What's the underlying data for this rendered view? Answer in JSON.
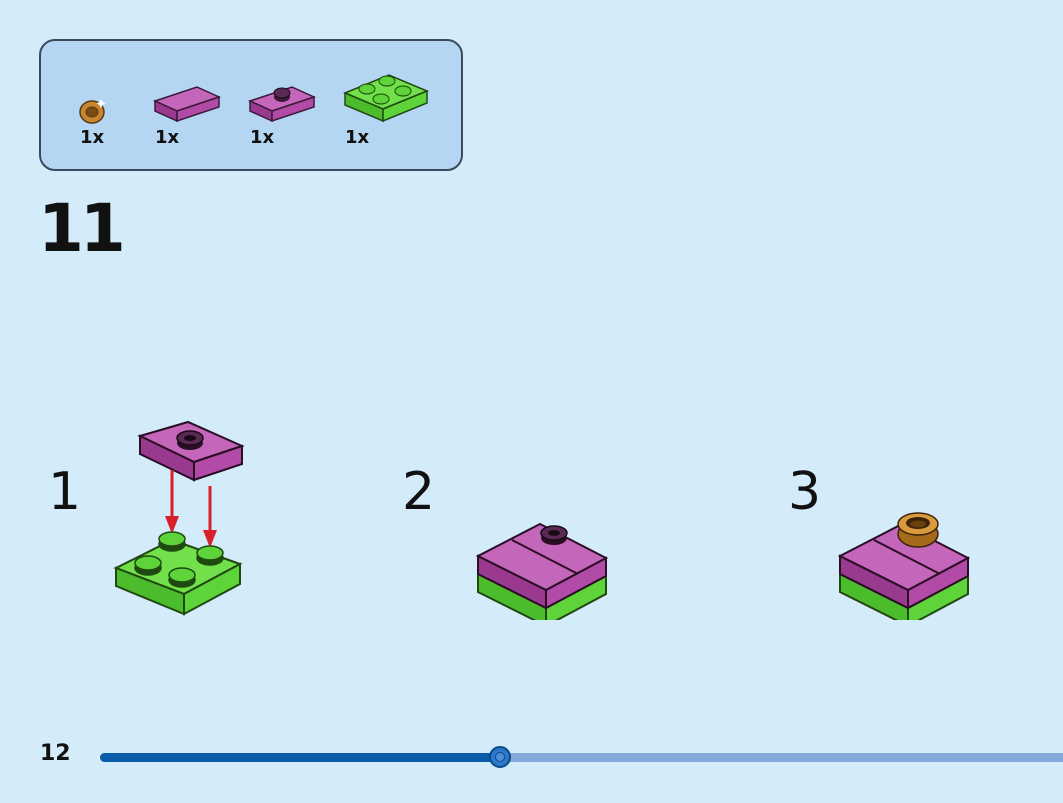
{
  "parts_list": {
    "items": [
      {
        "name": "gold-ring-piece",
        "qty": "1x"
      },
      {
        "name": "magenta-plate-1x2",
        "qty": "1x"
      },
      {
        "name": "magenta-jumper-plate-1x2",
        "qty": "1x"
      },
      {
        "name": "green-plate-2x2",
        "qty": "1x"
      }
    ]
  },
  "step": {
    "number": "11",
    "sub_steps": [
      {
        "label": "1"
      },
      {
        "label": "2"
      },
      {
        "label": "3"
      }
    ]
  },
  "footer": {
    "page_number": "12",
    "progress_fraction": 0.415
  },
  "colors": {
    "background": "#d4ebfa",
    "parts_box": "#b4d6f2",
    "green_brick": "#5ed43a",
    "magenta_brick": "#b24aa8",
    "gold": "#c8872e",
    "arrow": "#d8202a",
    "progress_fill": "#0a5ba8",
    "progress_track": "#86a9dc"
  }
}
